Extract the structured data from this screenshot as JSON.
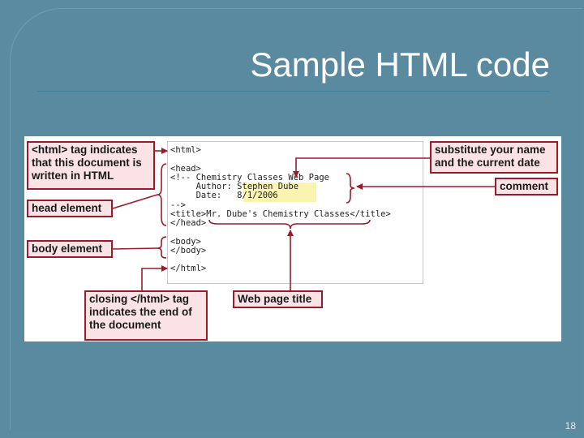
{
  "slide": {
    "title": "Sample HTML code",
    "page_number": "18"
  },
  "code": {
    "line1": "<html>",
    "line2": "<head>",
    "line3": "<!-- Chemistry Classes Web Page",
    "line4": "     Author: Stephen Dube",
    "line5": "     Date:   8/1/2006",
    "line6": "-->",
    "line7": "<title>Mr. Dube's Chemistry Classes</title>",
    "line8": "</head>",
    "line9": "<body>",
    "line10": "</body>",
    "line11": "</html>"
  },
  "callouts": {
    "html_tag": "<html> tag indicates that this document is written in HTML",
    "head_element": "head element",
    "body_element": "body element",
    "closing_tag": "closing </html> tag indicates the end of the document",
    "web_page_title": "Web page title",
    "substitute": "substitute your name and the current date",
    "comment": "comment"
  },
  "colors": {
    "background": "#5b8ba1",
    "callout_border": "#9a1b2c",
    "callout_fill": "#fbe3e5",
    "arrow": "#9a1b2c"
  }
}
